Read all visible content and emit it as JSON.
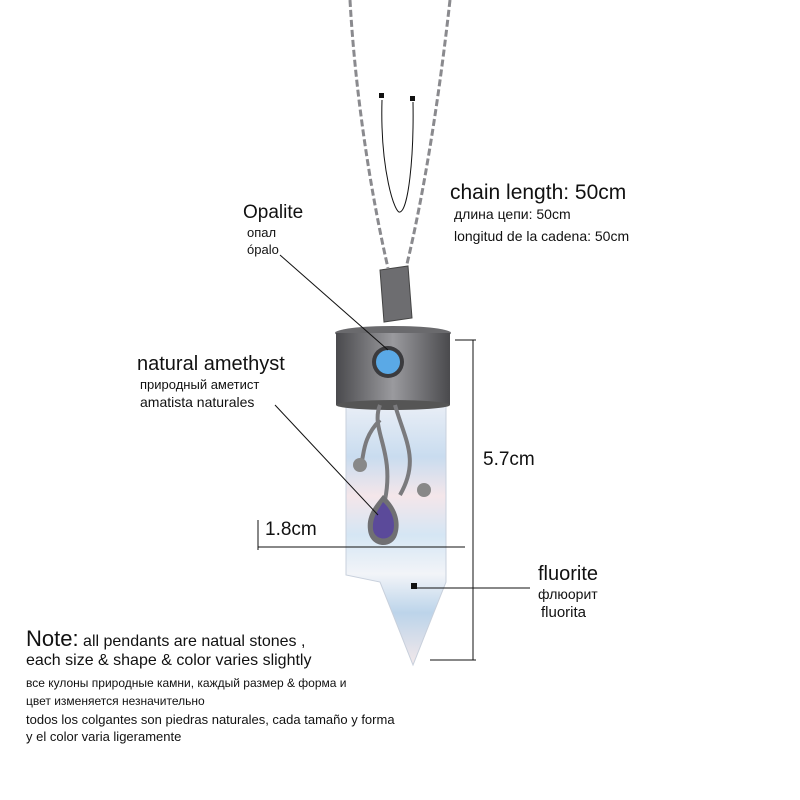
{
  "chain": {
    "title": "chain length: 50cm",
    "ru": "длина цепи: 50cm",
    "es": "longitud de la cadena: 50cm"
  },
  "opalite": {
    "title": "Opalite",
    "ru": "опал",
    "es": "ópalo"
  },
  "amethyst": {
    "title": "natural amethyst",
    "ru": "природный аметист",
    "es": "amatista naturales"
  },
  "width_label": "1.8cm",
  "height_label": "5.7cm",
  "fluorite": {
    "title": "fluorite",
    "ru": "флюорит",
    "es": "fluorita"
  },
  "note": {
    "label": "Note:",
    "line1": " all pendants are natual stones ,",
    "line2": "each size & shape & color varies slightly",
    "ru1": "все кулоны природные камни, каждый размер & форма и",
    "ru2": "цвет изменяется незначительно",
    "es1": "todos los colgantes son piedras naturales, cada tamaño y forma",
    "es2": "y el color varia ligeramente"
  },
  "colors": {
    "stone_blue": "#5aa9e6",
    "amethyst": "#5b4a9a",
    "silver": "#6f6f72"
  }
}
